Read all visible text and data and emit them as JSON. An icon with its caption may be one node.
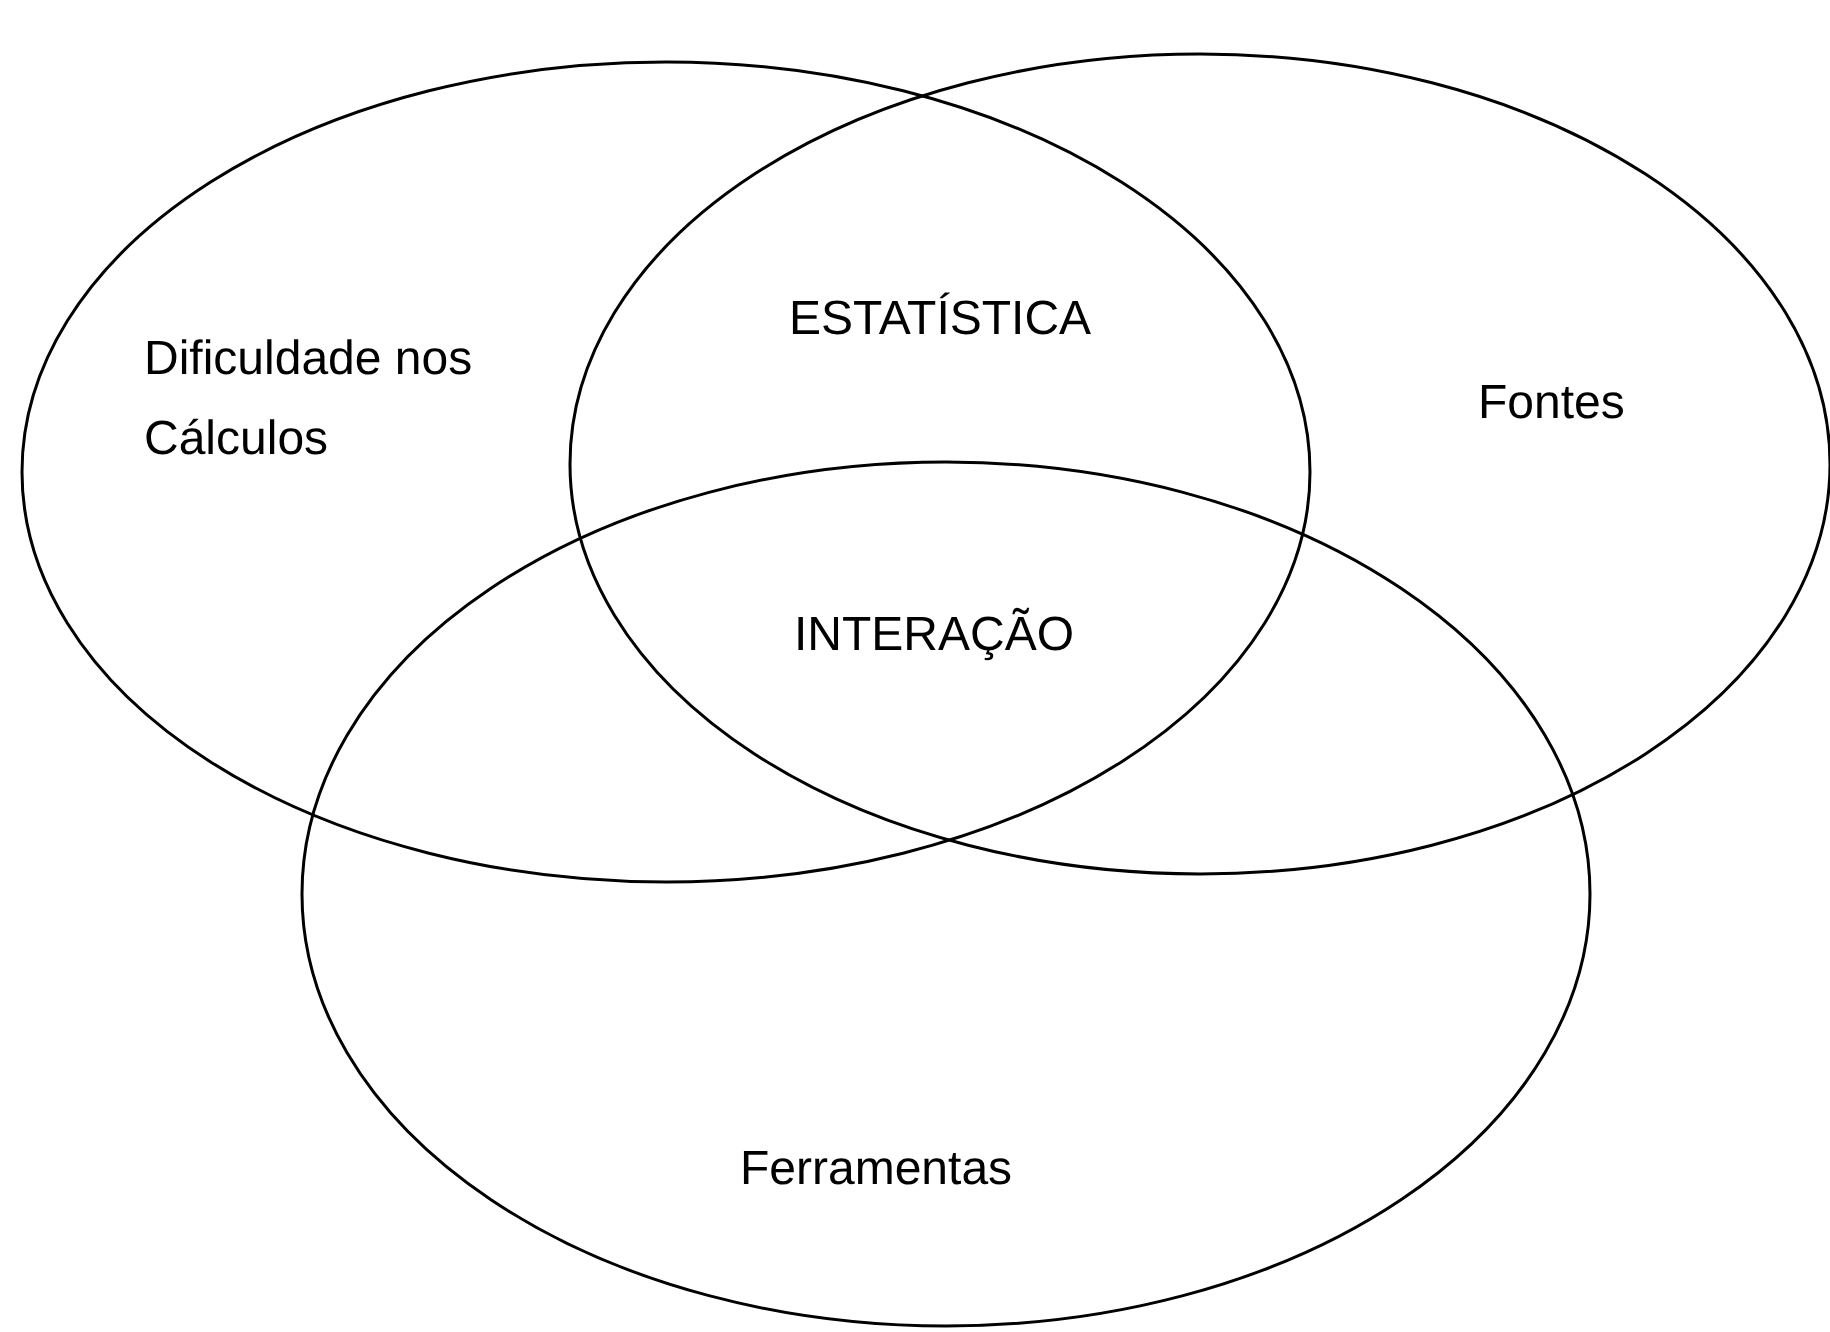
{
  "diagram": {
    "nodes": [
      {
        "text": [
          "Dificuldade nos Cálculos"
        ]
      },
      {
        "text": [
          "Fontes"
        ]
      },
      {
        "text": [
          "Ferramentas"
        ]
      }
    ],
    "labels": [
      "ESTATÍSTICA",
      "INTERAÇÃO"
    ]
  }
}
